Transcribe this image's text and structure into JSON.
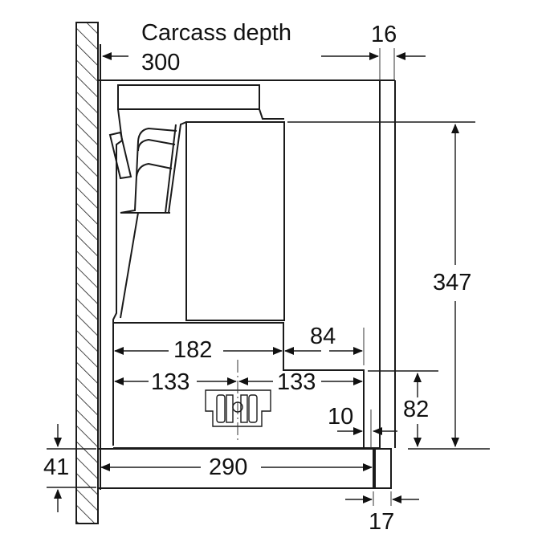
{
  "diagram": {
    "title": "Carcass depth",
    "dimensions": {
      "carcass_depth": "300",
      "front_panel_thickness_top": "16",
      "height_total": "347",
      "depth_upper": "182",
      "depth_step": "84",
      "half_left": "133",
      "half_right": "133",
      "step_height": "82",
      "gap": "10",
      "trim_height": "41",
      "trim_depth": "290",
      "trim_front": "17"
    },
    "colors": {
      "line": "#1a1a1a",
      "background": "#ffffff"
    }
  }
}
